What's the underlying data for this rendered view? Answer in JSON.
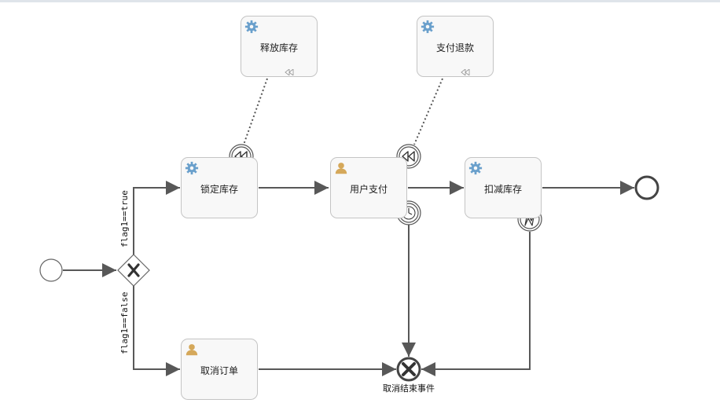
{
  "tasks": {
    "release_stock": {
      "label": "释放库存",
      "icon": "gear-icon",
      "marker": "compensation-marker"
    },
    "refund": {
      "label": "支付退款",
      "icon": "gear-icon",
      "marker": "compensation-marker"
    },
    "lock_stock": {
      "label": "锁定库存",
      "icon": "gear-icon"
    },
    "user_pay": {
      "label": "用户支付",
      "icon": "user-icon"
    },
    "deduct_stock": {
      "label": "扣减库存",
      "icon": "gear-icon"
    },
    "cancel_order": {
      "label": "取消订单",
      "icon": "user-icon"
    }
  },
  "flows": {
    "true_condition": "flag1==true",
    "false_condition": "flag1==false"
  },
  "events": {
    "cancel_end": {
      "label": "取消结束事件"
    }
  },
  "colors": {
    "gear": "#6aa0cc",
    "user": "#d5a85a",
    "line": "#585858",
    "task_border": "#c4c4c4",
    "task_fill": "#f8f8f8"
  }
}
